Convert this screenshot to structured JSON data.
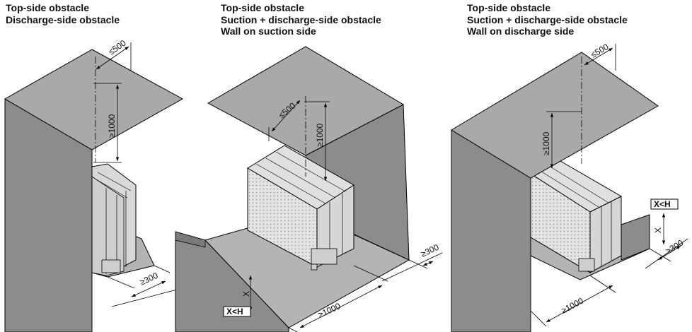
{
  "panels": [
    {
      "lines": [
        "Top-side obstacle",
        "Discharge-side obstacle"
      ],
      "dims": {
        "top": "≤500",
        "height": "≥1000",
        "side": "≥300"
      }
    },
    {
      "lines": [
        "Top-side obstacle",
        "Suction + discharge-side obstacle",
        "Wall on suction side"
      ],
      "dims": {
        "top": "≤500",
        "height": "≥1000",
        "side": "≥300",
        "front": "≥1000",
        "x": "X",
        "xlabel": "X<H"
      }
    },
    {
      "lines": [
        "Top-side obstacle",
        "Suction + discharge-side obstacle",
        "Wall on discharge side"
      ],
      "dims": {
        "top": "≤500",
        "height": "≥1000",
        "side": "≥300",
        "front": "≥1000",
        "x": "X",
        "xlabel": "X<H"
      }
    }
  ],
  "colors": {
    "wall": "#8c8c8c",
    "ceiling": "#a9a9a9",
    "floor": "#b4b4b4",
    "unit": "#d9d9d9",
    "line": "#000000"
  }
}
